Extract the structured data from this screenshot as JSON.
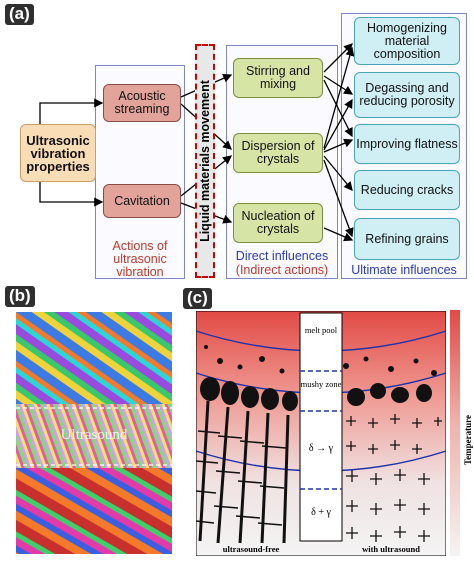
{
  "panel_a": {
    "label": "(a)",
    "source_box": "Ultrasonic vibration properties",
    "actions_boxes": [
      "Acoustic streaming",
      "Cavitation"
    ],
    "actions_caption": "Actions of ultrasonic vibration",
    "movement_label": "Liquid materials movement",
    "direct_boxes": [
      "Stirring and mixing",
      "Dispersion of crystals",
      "Nucleation of crystals"
    ],
    "direct_caption_1": "Direct influences",
    "direct_caption_2": "(Indirect actions)",
    "ultimate_boxes": [
      "Homogenizing material composition",
      "Degassing and reducing porosity",
      "Improving flatness",
      "Reducing cracks",
      "Refining grains"
    ],
    "ultimate_caption": "Ultimate influences"
  },
  "panel_b": {
    "label": "(b)",
    "overlay_text": "Ultrasound"
  },
  "panel_c": {
    "label": "(c)",
    "zone_labels": [
      "melt pool",
      "mushy zone",
      "δ → γ",
      "δ + γ"
    ],
    "bottom_left": "ultrasound-free",
    "bottom_right": "with ultrasound",
    "colorbar_label": "Temperature",
    "colors": {
      "hot": "#e24a45",
      "cool": "#f3f3f3"
    }
  }
}
